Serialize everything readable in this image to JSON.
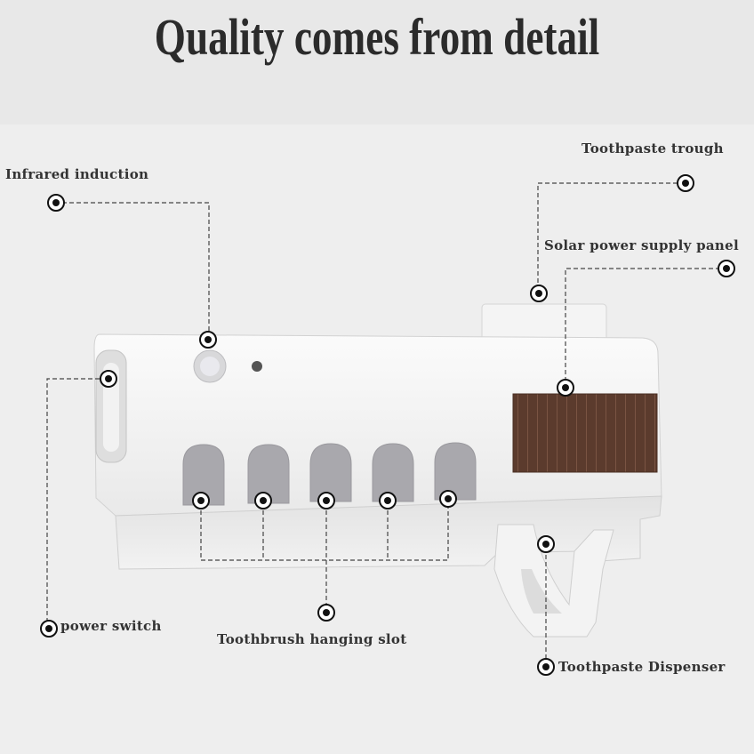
{
  "title": "Quality comes from detail",
  "labels": {
    "toothpaste_trough": "Toothpaste trough",
    "infrared_induction": "Infrared induction",
    "solar_panel": "Solar power supply panel",
    "power_switch": "power switch",
    "toothbrush_slot": "Toothbrush hanging slot",
    "toothpaste_dispenser": "Toothpaste Dispenser"
  },
  "colors": {
    "background": "#eeeeee",
    "device_body": "#f7f7f7",
    "slot_gray": "#a9a8ad",
    "solar_panel": "#5a3a2c",
    "leader_line": "#444444"
  }
}
